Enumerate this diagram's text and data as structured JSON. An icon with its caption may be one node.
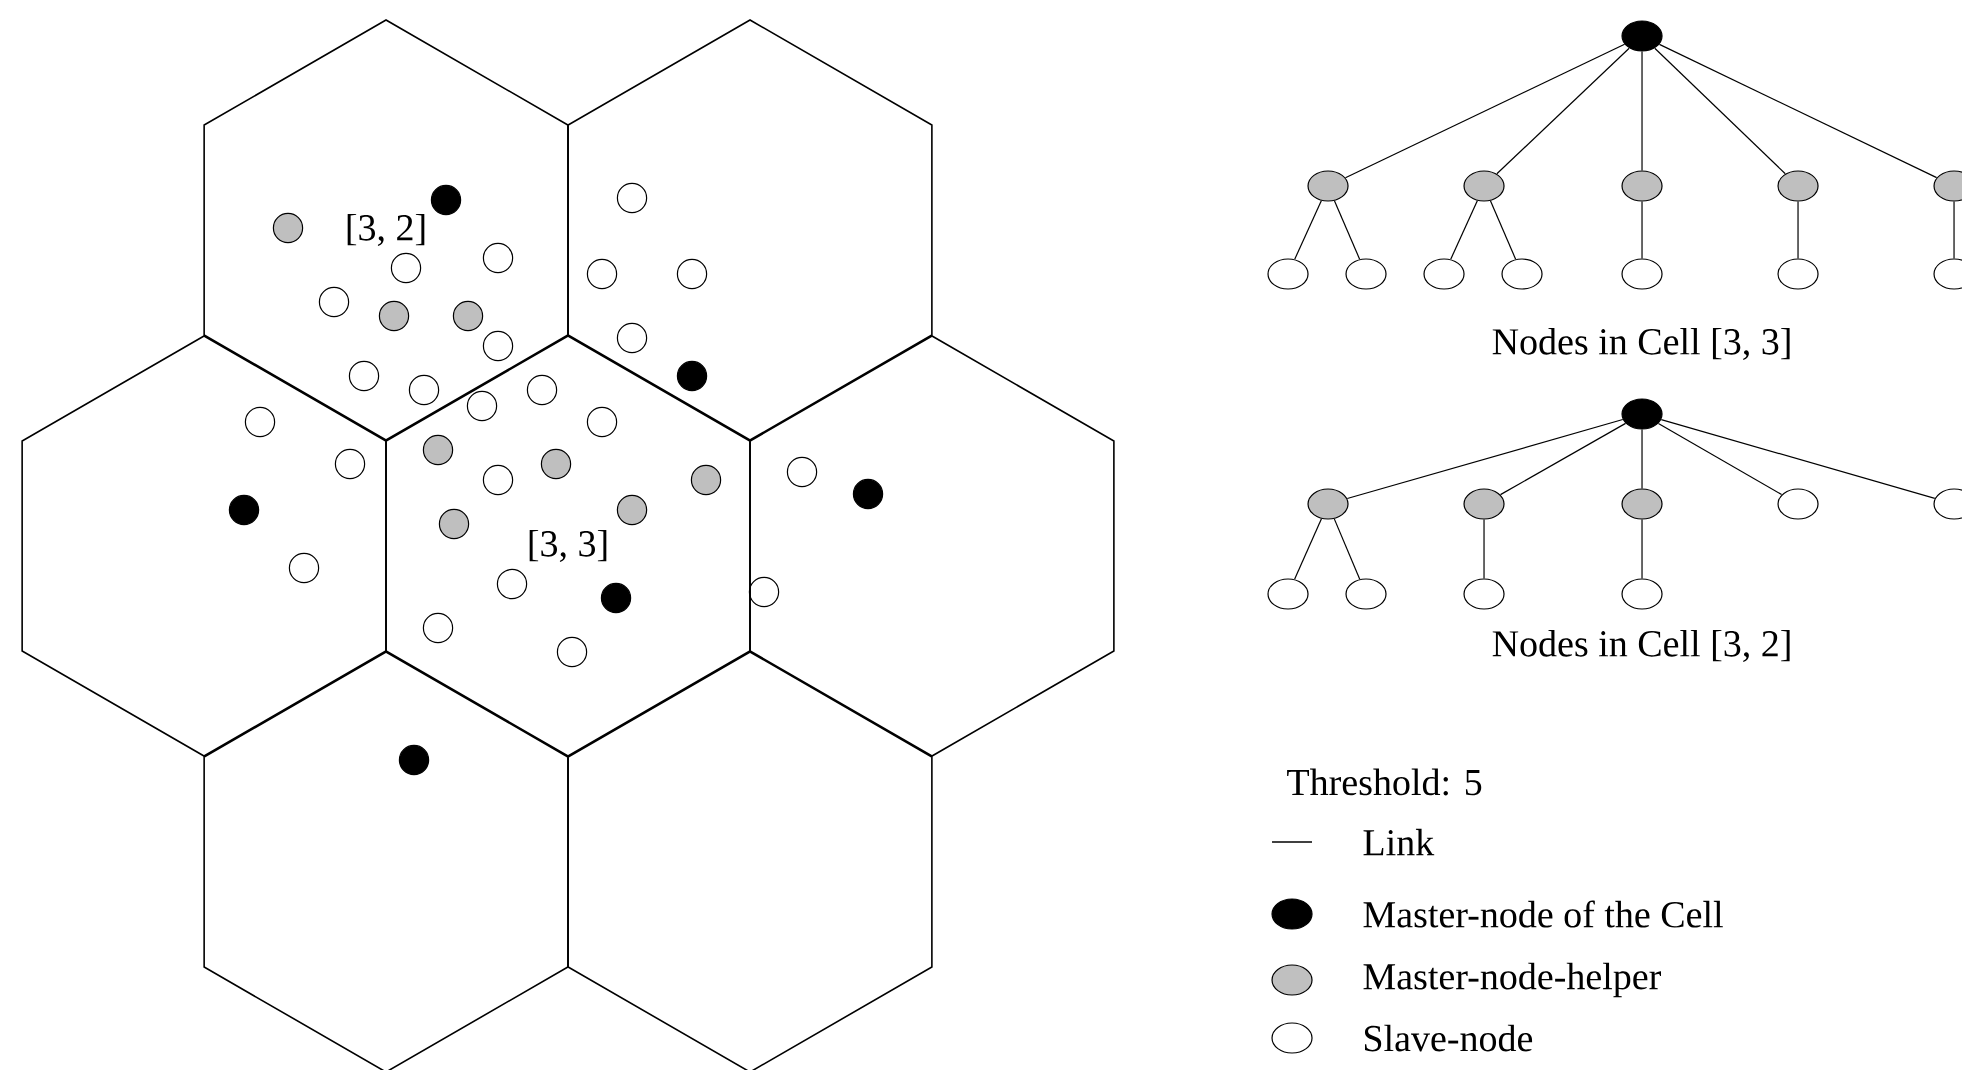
{
  "diagram": {
    "nodes": [
      {
        "text": [
          "[3, 2]"
        ]
      },
      {
        "text": [],
        "shape": "hexagon"
      },
      {
        "text": [],
        "shape": "hexagon"
      },
      {
        "text": [
          "[3, 3]"
        ]
      },
      {
        "text": [],
        "shape": "hexagon"
      },
      {
        "text": [],
        "shape": "hexagon"
      },
      {
        "text": [],
        "shape": "hexagon"
      },
      {
        "text": [],
        "shape": "ellipse"
      },
      {
        "text": [],
        "shape": "ellipse"
      },
      {
        "text": [],
        "shape": "ellipse"
      },
      {
        "text": [],
        "shape": "ellipse"
      },
      {
        "text": [],
        "shape": "ellipse"
      },
      {
        "text": [],
        "shape": "ellipse"
      },
      {
        "text": [],
        "shape": "ellipse"
      },
      {
        "text": [],
        "shape": "ellipse"
      },
      {
        "text": [],
        "shape": "ellipse"
      },
      {
        "text": [],
        "shape": "ellipse"
      },
      {
        "text": [],
        "shape": "ellipse"
      },
      {
        "text": [],
        "shape": "ellipse"
      },
      {
        "text": [],
        "shape": "ellipse"
      },
      {
        "text": [],
        "shape": "ellipse"
      },
      {
        "text": [],
        "shape": "ellipse"
      },
      {
        "text": [],
        "shape": "ellipse"
      },
      {
        "text": [],
        "shape": "ellipse"
      },
      {
        "text": [],
        "shape": "ellipse"
      },
      {
        "text": [],
        "shape": "ellipse"
      },
      {
        "text": [],
        "shape": "ellipse"
      },
      {
        "text": [],
        "shape": "ellipse"
      },
      {
        "text": [],
        "shape": "ellipse"
      },
      {
        "text": [],
        "shape": "ellipse"
      }
    ],
    "edges": [
      {
        "from": 7,
        "to": 8,
        "arrow": "none"
      },
      {
        "from": 7,
        "to": 9,
        "arrow": "none"
      },
      {
        "from": 7,
        "to": 10,
        "arrow": "none"
      },
      {
        "from": 7,
        "to": 11,
        "arrow": "none"
      },
      {
        "from": 7,
        "to": 12,
        "arrow": "none"
      },
      {
        "from": 8,
        "to": 13,
        "arrow": "none"
      },
      {
        "from": 8,
        "to": 14,
        "arrow": "none"
      },
      {
        "from": 9,
        "to": 15,
        "arrow": "none"
      },
      {
        "from": 9,
        "to": 16,
        "arrow": "none"
      },
      {
        "from": 10,
        "to": 17,
        "arrow": "none"
      },
      {
        "from": 11,
        "to": 18,
        "arrow": "none"
      },
      {
        "from": 12,
        "to": 19,
        "arrow": "none"
      },
      {
        "from": 20,
        "to": 21,
        "arrow": "none"
      },
      {
        "from": 20,
        "to": 22,
        "arrow": "none"
      },
      {
        "from": 20,
        "to": 23,
        "arrow": "none"
      },
      {
        "from": 20,
        "to": 24,
        "arrow": "none"
      },
      {
        "from": 20,
        "to": 25,
        "arrow": "none"
      },
      {
        "from": 21,
        "to": 26,
        "arrow": "none"
      },
      {
        "from": 21,
        "to": 27,
        "arrow": "none"
      },
      {
        "from": 22,
        "to": 28,
        "arrow": "none"
      },
      {
        "from": 23,
        "to": 29,
        "arrow": "none"
      }
    ],
    "labels": [
      "Nodes in Cell [3, 3]",
      "Nodes in Cell [3, 2]",
      "Threshold: 5"
    ],
    "legend": [
      {
        "text": "Link"
      },
      {
        "text": "Master-node of the Cell",
        "color": "#000000"
      },
      {
        "text": "Master-node-helper",
        "color": "#c0c0c0"
      },
      {
        "text": "Slave-node"
      }
    ]
  }
}
